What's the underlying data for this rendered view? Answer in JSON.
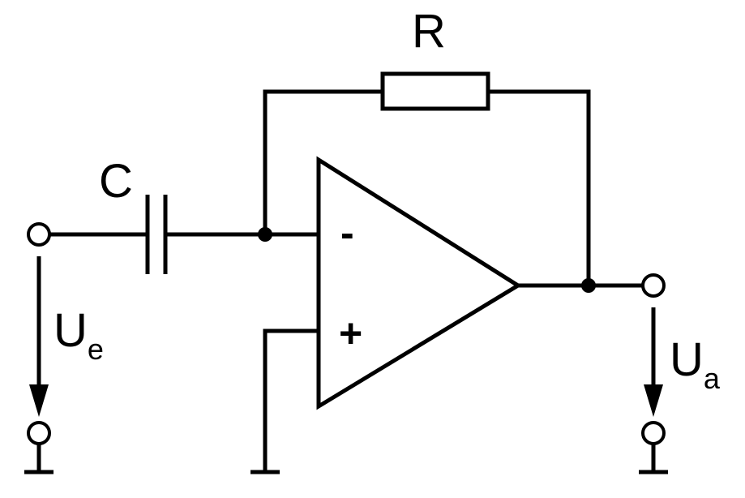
{
  "labels": {
    "resistor": "R",
    "capacitor": "C",
    "input_voltage": "U",
    "input_voltage_subscript": "e",
    "output_voltage": "U",
    "output_voltage_subscript": "a",
    "inverting_input": "-",
    "non_inverting_input": "+"
  },
  "colors": {
    "line": "#000000",
    "background": "#ffffff"
  }
}
